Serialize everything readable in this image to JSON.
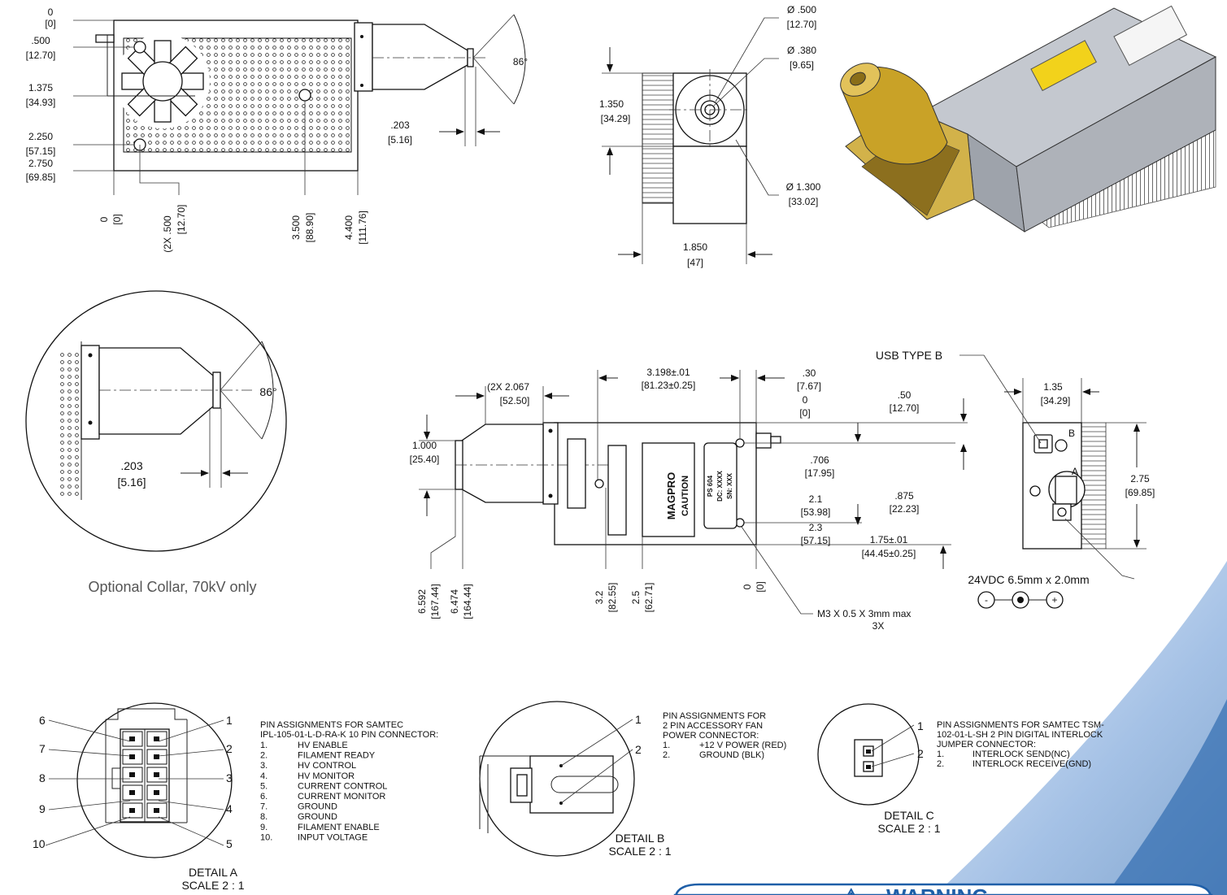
{
  "top_view": {
    "dims_left": [
      {
        "in": "0",
        "mm": "[0]"
      },
      {
        "in": ".500",
        "mm": "[12.70]"
      },
      {
        "in": "1.375",
        "mm": "[34.93]"
      },
      {
        "in": "2.250",
        "mm": "[57.15]"
      },
      {
        "in": "2.750",
        "mm": "[69.85]"
      }
    ],
    "dims_bottom": [
      {
        "in": "0",
        "mm": "[0]"
      },
      {
        "in": "(2X .500",
        "mm": "[12.70]"
      },
      {
        "in": "3.500",
        "mm": "[88.90]"
      },
      {
        "in": "4.400",
        "mm": "[111.76]"
      }
    ],
    "angle": "86°",
    "tip_in": ".203",
    "tip_mm": "[5.16]"
  },
  "end_view": {
    "d1_in": "Ø .500",
    "d1_mm": "[12.70]",
    "d2_in": "Ø .380",
    "d2_mm": "[9.65]",
    "d3_in": "Ø 1.300",
    "d3_mm": "[33.02]",
    "h_in": "1.350",
    "h_mm": "[34.29]",
    "w_in": "1.850",
    "w_mm": "[47]"
  },
  "collar": {
    "angle": "86°",
    "tip_in": ".203",
    "tip_mm": "[5.16]",
    "caption": "Optional Collar, 70kV only"
  },
  "side_view": {
    "dim_3198_in": "3.198±.01",
    "dim_3198_mm": "[81.23±0.25]",
    "dim_2067_in": "(2X  2.067",
    "dim_2067_mm": "[52.50]",
    "dim_30_in": ".30",
    "dim_30_mm": "[7.67]",
    "dim_0_in": "0",
    "dim_0_mm": "[0]",
    "dim_50_in": ".50",
    "dim_50_mm": "[12.70]",
    "dim_1000_in": "1.000",
    "dim_1000_mm": "[25.40]",
    "dim_706_in": ".706",
    "dim_706_mm": "[17.95]",
    "dim_21_in": "2.1",
    "dim_21_mm": "[53.98]",
    "dim_875_in": ".875",
    "dim_875_mm": "[22.23]",
    "dim_23_in": "2.3",
    "dim_23_mm": "[57.15]",
    "dim_175_in": "1.75±.01",
    "dim_175_mm": "[44.45±0.25]",
    "dim_6592_in": "6.592",
    "dim_6592_mm": "[167.44]",
    "dim_6474_in": "6.474",
    "dim_6474_mm": "[164.44]",
    "dim_32_in": "3.2",
    "dim_32_mm": "[82.55]",
    "dim_25_in": "2.5",
    "dim_25_mm": "[62.71]",
    "dim_0b_in": "0",
    "dim_0b_mm": "[0]",
    "screw": "M3 X 0.5 X 3mm max",
    "screw_qty": "3X",
    "label_brand": "MAGPRO",
    "label_caution": "CAUTION",
    "label_ps": "PS 604",
    "label_dc": "DC: XXXX",
    "label_sn": "SN: XXX"
  },
  "right_view": {
    "usb": "USB TYPE B",
    "w_in": "1.35",
    "w_mm": "[34.29]",
    "h_in": "2.75",
    "h_mm": "[69.85]",
    "power": "24VDC 6.5mm x 2.0mm",
    "minus": "-",
    "plus": "+",
    "mark_a": "A",
    "mark_b": "B"
  },
  "detail_a": {
    "title": "DETAIL A",
    "scale": "SCALE 2 : 1",
    "pins_left": [
      "6",
      "7",
      "8",
      "9",
      "10"
    ],
    "pins_right": [
      "1",
      "2",
      "3",
      "4",
      "5"
    ],
    "header": [
      "PIN ASSIGNMENTS FOR SAMTEC",
      "IPL-105-01-L-D-RA-K 10 PIN CONNECTOR:"
    ],
    "items": [
      {
        "n": "1.",
        "t": "HV ENABLE"
      },
      {
        "n": "2.",
        "t": "FILAMENT READY"
      },
      {
        "n": "3.",
        "t": "HV CONTROL"
      },
      {
        "n": "4.",
        "t": "HV MONITOR"
      },
      {
        "n": "5.",
        "t": "CURRENT CONTROL"
      },
      {
        "n": "6.",
        "t": "CURRENT MONITOR"
      },
      {
        "n": "7.",
        "t": "GROUND"
      },
      {
        "n": "8.",
        "t": "GROUND"
      },
      {
        "n": "9.",
        "t": "FILAMENT ENABLE"
      },
      {
        "n": "10.",
        "t": "INPUT VOLTAGE"
      }
    ]
  },
  "detail_b": {
    "title": "DETAIL B",
    "scale": "SCALE 2 : 1",
    "pin1": "1",
    "pin2": "2",
    "header": [
      "PIN ASSIGNMENTS FOR",
      "2 PIN ACCESSORY FAN",
      "POWER CONNECTOR:"
    ],
    "items": [
      {
        "n": "1.",
        "t": "+12 V POWER (RED)"
      },
      {
        "n": "2.",
        "t": "GROUND (BLK)"
      }
    ]
  },
  "detail_c": {
    "title": "DETAIL C",
    "scale": "SCALE 2 : 1",
    "pin1": "1",
    "pin2": "2",
    "header": [
      "PIN ASSIGNMENTS FOR SAMTEC TSM-",
      "102-01-L-SH 2 PIN DIGITAL INTERLOCK",
      "JUMPER CONNECTOR:"
    ],
    "items": [
      {
        "n": "1.",
        "t": "INTERLOCK SEND(NC)"
      },
      {
        "n": "2.",
        "t": "INTERLOCK RECEIVE(GND)"
      }
    ]
  },
  "warning": {
    "symbol": "⚠",
    "text": "WARNING"
  },
  "colors": {
    "accent_blue": "#1f5fa8",
    "tube_gold": "#c9a227",
    "chassis_gray": "#b8bcc4",
    "label_yellow": "#f2d21b"
  }
}
